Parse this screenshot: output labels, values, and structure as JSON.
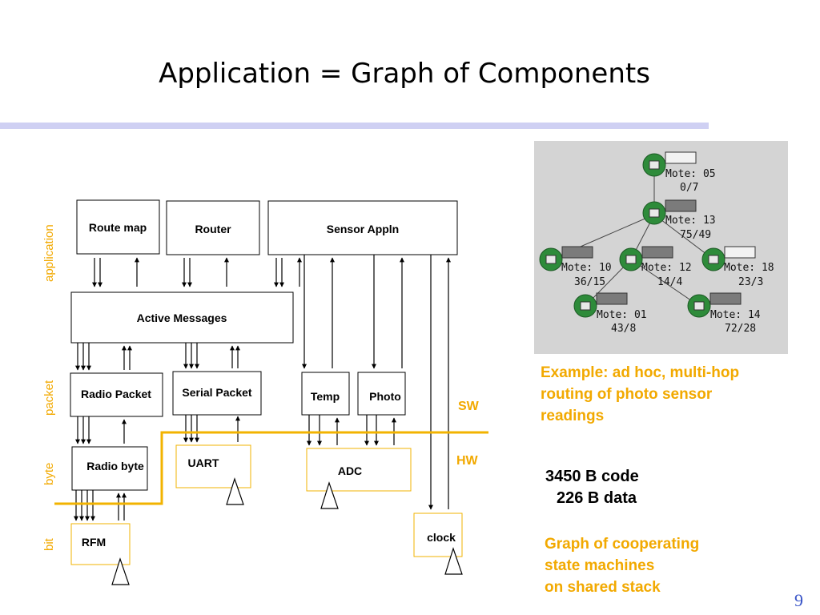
{
  "title": "Application = Graph of Components",
  "layers": {
    "application": "application",
    "packet": "packet",
    "byte": "byte",
    "bit": "bit"
  },
  "boundary": {
    "sw": "SW",
    "hw": "HW"
  },
  "components": {
    "route_map": "Route map",
    "router": "Router",
    "sensor_appln": "Sensor Appln",
    "active_messages": "Active Messages",
    "radio_packet": "Radio Packet",
    "serial_packet": "Serial Packet",
    "temp": "Temp",
    "photo": "Photo",
    "radio_byte": "Radio byte",
    "uart": "UART",
    "adc": "ADC",
    "rfm": "RFM",
    "clock": "clock"
  },
  "network": {
    "motes": [
      {
        "name": "Mote: 05",
        "value": "0/7",
        "bar": "light"
      },
      {
        "name": "Mote: 13",
        "value": "75/49",
        "bar": "dark"
      },
      {
        "name": "Mote: 10",
        "value": "36/15",
        "bar": "dark"
      },
      {
        "name": "Mote: 12",
        "value": "14/4",
        "bar": "dark"
      },
      {
        "name": "Mote: 18",
        "value": "23/3",
        "bar": "light"
      },
      {
        "name": "Mote: 01",
        "value": "43/8",
        "bar": "dark"
      },
      {
        "name": "Mote: 14",
        "value": "72/28",
        "bar": "dark"
      }
    ]
  },
  "caption": {
    "line1": "Example: ad hoc, multi-hop",
    "line2": "routing of photo sensor",
    "line3": "readings"
  },
  "stats": {
    "code": "3450 B code",
    "data": "226 B data"
  },
  "note": {
    "line1": "Graph of cooperating",
    "line2": "state machines",
    "line3": "on shared stack"
  },
  "page_number": "9",
  "colors": {
    "accent": "#f2a900",
    "rule": "#cfd0f3",
    "page_number": "#3a55c8",
    "panel": "#d4d4d4"
  }
}
